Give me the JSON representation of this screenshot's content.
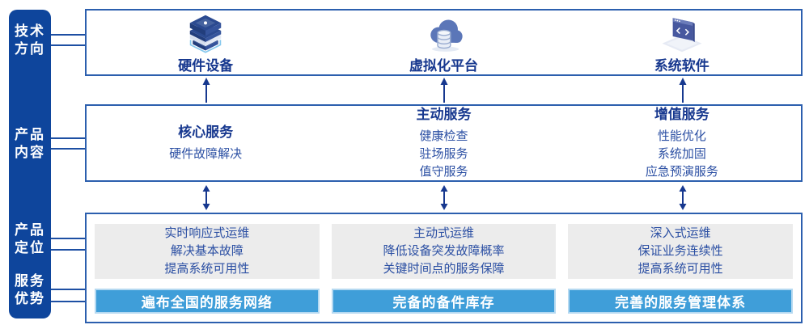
{
  "colors": {
    "sidebar_bg": "#0e459c",
    "box_border": "#2c5fae",
    "connector": "#1d4fa3",
    "title_text": "#17388f",
    "body_text": "#2b4fa3",
    "panel_bg": "#ececec",
    "bar_bg": "#3f9ed9",
    "bar_border": "#b5d9f1",
    "arrow": "#17388f",
    "icon_accent": "#85c8ee"
  },
  "sidebar": {
    "labels": [
      {
        "line1": "技术",
        "line2": "方向"
      },
      {
        "line1": "产品",
        "line2": "内容"
      },
      {
        "line1": "产品",
        "line2": "定位"
      },
      {
        "line1": "服务",
        "line2": "优势"
      }
    ]
  },
  "tech_row": {
    "items": [
      {
        "icon": "server-stack-icon",
        "label": "硬件设备"
      },
      {
        "icon": "cloud-database-icon",
        "label": "虚拟化平台"
      },
      {
        "icon": "code-window-icon",
        "label": "系统软件"
      }
    ]
  },
  "content_row": {
    "columns": [
      {
        "title": "核心服务",
        "items": [
          "硬件故障解决"
        ]
      },
      {
        "title": "主动服务",
        "items": [
          "健康检查",
          "驻场服务",
          "值守服务"
        ]
      },
      {
        "title": "增值服务",
        "items": [
          "性能优化",
          "系统加固",
          "应急预演服务"
        ]
      }
    ]
  },
  "bottom_row": {
    "columns": [
      {
        "panel_lines": [
          "实时响应式运维",
          "解决基本故障",
          "提高系统可用性"
        ],
        "bar": "遍布全国的服务网络"
      },
      {
        "panel_lines": [
          "主动式运维",
          "降低设备突发故障概率",
          "关键时间点的服务保障"
        ],
        "bar": "完备的备件库存"
      },
      {
        "panel_lines": [
          "深入式运维",
          "保证业务连续性",
          "提高系统可用性"
        ],
        "bar": "完善的服务管理体系"
      }
    ]
  }
}
